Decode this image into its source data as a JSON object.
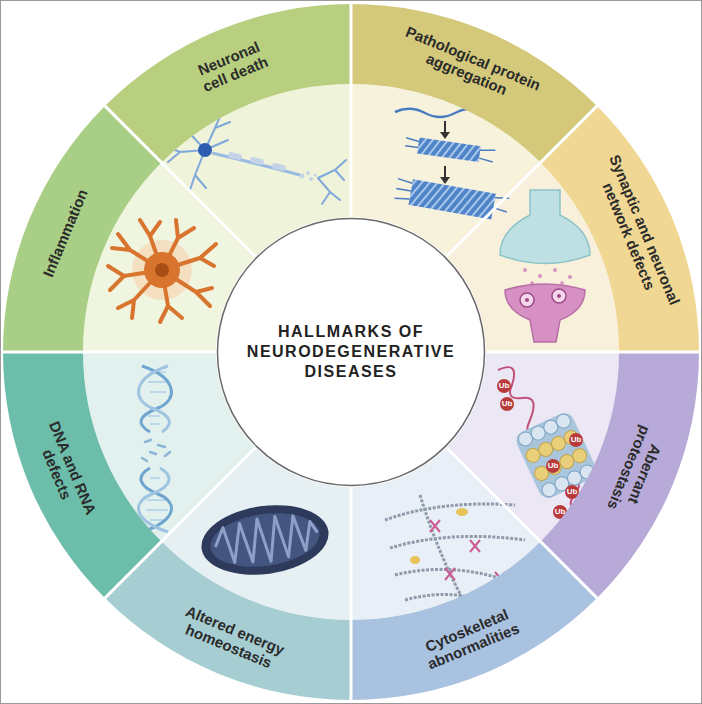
{
  "diagram": {
    "nodes": [
      {
        "text": [
          "Neuronal cell death"
        ]
      },
      {
        "text": [
          "Pathological protein aggregation"
        ]
      },
      {
        "text": [
          "Synaptic and neuronal network defects"
        ]
      },
      {
        "text": [
          "Aberrant proteostasis"
        ]
      },
      {
        "text": [
          "Cytoskeletal abnormalities"
        ]
      },
      {
        "text": [
          "Altered energy homeostasis"
        ]
      },
      {
        "text": [
          "DNA and RNA defects"
        ]
      },
      {
        "text": [
          "Inflammation"
        ]
      },
      {
        "text": [
          "HALLMARKS OF NEURODEGENERATIVE DISEASES"
        ]
      }
    ],
    "labels": [
      "Ub",
      "Ub",
      "Ub",
      "Ub",
      "Ub",
      "Ub"
    ]
  }
}
